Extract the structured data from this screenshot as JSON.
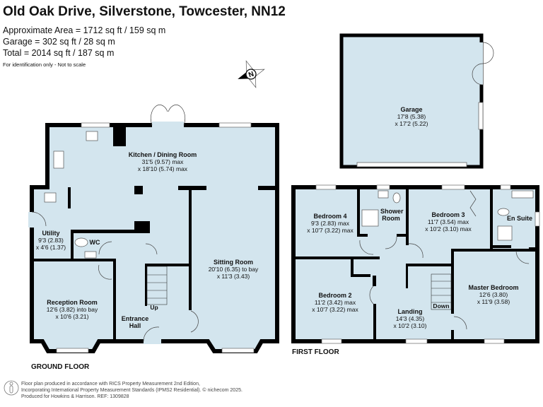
{
  "title": "Old Oak Drive, Silverstone, Towcester, NN12",
  "areas": [
    "Approximate Area = 1712 sq ft / 159 sq m",
    "Garage = 302 sq ft / 28 sq m",
    "Total = 2014 sq ft / 187 sq m"
  ],
  "note": "For identification only - Not to scale",
  "compass_letter": "N",
  "colors": {
    "room_fill": "#d3e5ee",
    "wall": "#000000"
  },
  "ground_floor": {
    "label": "GROUND FLOOR",
    "rooms": [
      {
        "name": "Kitchen / Dining Room",
        "dims": [
          "31'5 (9.57) max",
          "x 18'10 (5.74) max"
        ]
      },
      {
        "name": "Utility",
        "dims": [
          "9'3 (2.83)",
          "x 4'6 (1.37)"
        ]
      },
      {
        "name": "WC",
        "dims": []
      },
      {
        "name": "Reception Room",
        "dims": [
          "12'6 (3.82) into bay",
          "x 10'6 (3.21)"
        ]
      },
      {
        "name": "Entrance Hall",
        "dims": []
      },
      {
        "name": "Sitting Room",
        "dims": [
          "20'10 (6.35) to bay",
          "x 11'3 (3.43)"
        ]
      }
    ],
    "stairs_label": "Up"
  },
  "garage": {
    "name": "Garage",
    "dims": [
      "17'8 (5.38)",
      "x 17'2 (5.22)"
    ]
  },
  "first_floor": {
    "label": "FIRST FLOOR",
    "rooms": [
      {
        "name": "Bedroom 4",
        "dims": [
          "9'3 (2.83) max",
          "x 10'7 (3.22) max"
        ]
      },
      {
        "name": "Shower Room",
        "dims": []
      },
      {
        "name": "Bedroom 3",
        "dims": [
          "11'7 (3.54) max",
          "x 10'2 (3.10) max"
        ]
      },
      {
        "name": "En Suite",
        "dims": []
      },
      {
        "name": "Bedroom 2",
        "dims": [
          "11'2 (3.42) max",
          "x 10'7 (3.22) max"
        ]
      },
      {
        "name": "Landing",
        "dims": [
          "14'3 (4.35)",
          "x 10'2 (3.10)"
        ]
      },
      {
        "name": "Master Bedroom",
        "dims": [
          "12'6 (3.80)",
          "x 11'9 (3.58)"
        ]
      }
    ],
    "stairs_label": "Down"
  },
  "footer": [
    "Floor plan produced in accordance with RICS Property Measurement 2nd Edition,",
    "Incorporating International Property Measurement Standards (IPMS2 Residential).   © nichecom 2025.",
    "Produced for Howkins & Harrison.   REF: 1309828"
  ]
}
